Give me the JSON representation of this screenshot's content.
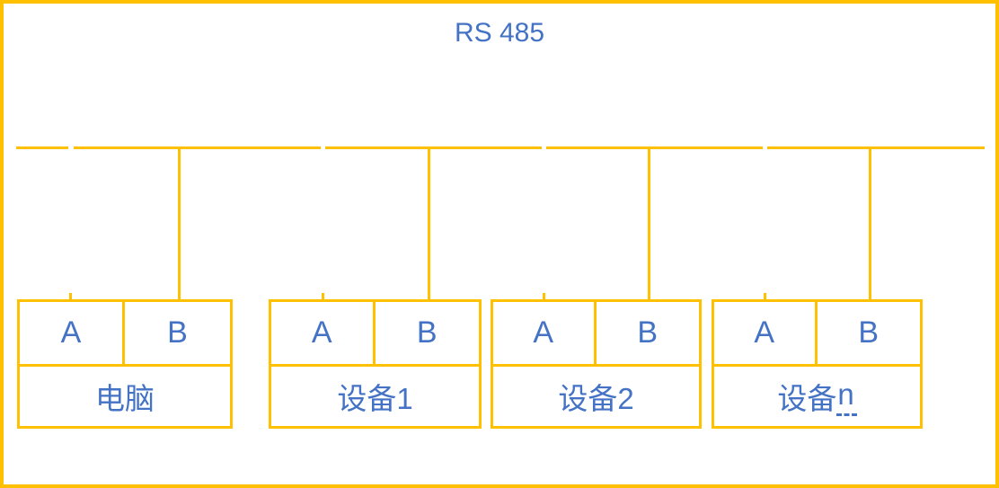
{
  "title": "RS 485",
  "colors": {
    "line": "#FFC000",
    "text": "#4472C4",
    "bg": "#FFFFFF"
  },
  "devices": [
    {
      "terminal_a": "A",
      "terminal_b": "B",
      "label": "电脑"
    },
    {
      "terminal_a": "A",
      "terminal_b": "B",
      "label": "设备1"
    },
    {
      "terminal_a": "A",
      "terminal_b": "B",
      "label": "设备2"
    },
    {
      "terminal_a": "A",
      "terminal_b": "B",
      "label_base": "设备",
      "label_suffix": "n"
    }
  ]
}
